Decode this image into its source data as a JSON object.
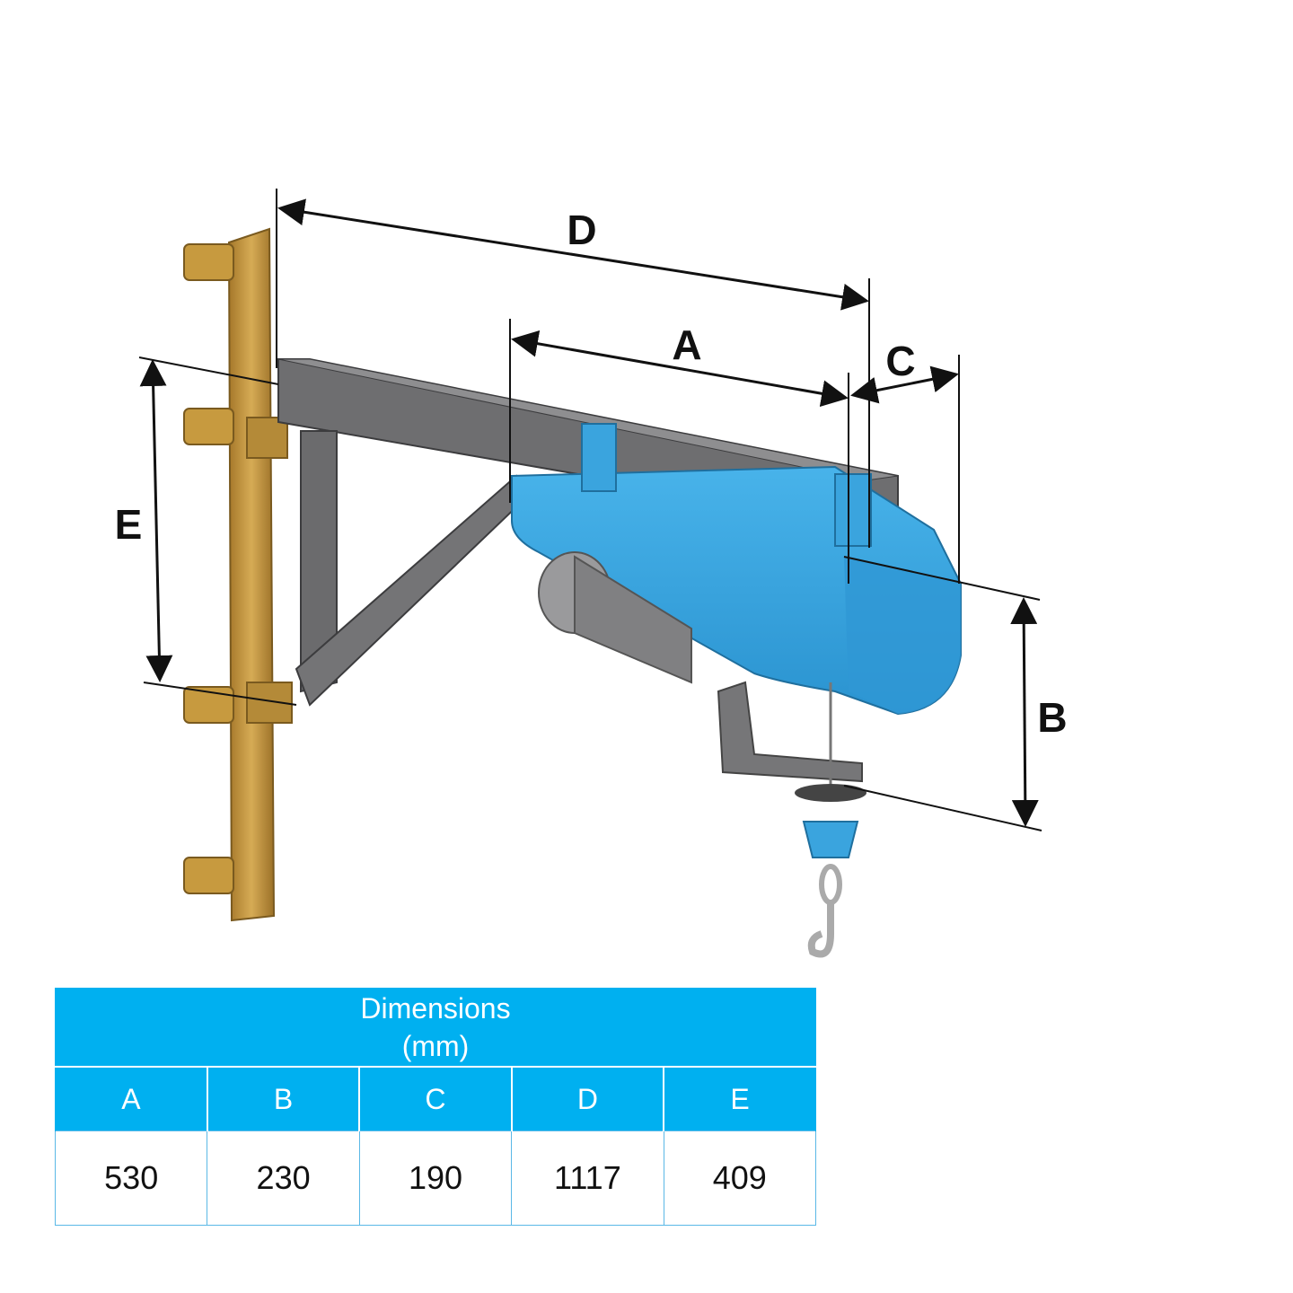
{
  "diagram": {
    "labels": {
      "A": "A",
      "B": "B",
      "C": "C",
      "D": "D",
      "E": "E"
    },
    "colors": {
      "wall_bracket": "#c79a3f",
      "beam": "#6e6e70",
      "hoist": "#3aa4de",
      "hook": "#bdbdbd"
    }
  },
  "table": {
    "title": "Dimensions",
    "unit": "(mm)",
    "columns": [
      "A",
      "B",
      "C",
      "D",
      "E"
    ],
    "values": [
      "530",
      "230",
      "190",
      "1117",
      "409"
    ],
    "colors": {
      "header_bg": "#00b0f0",
      "header_text": "#ffffff",
      "border": "#5ab8e6"
    }
  }
}
